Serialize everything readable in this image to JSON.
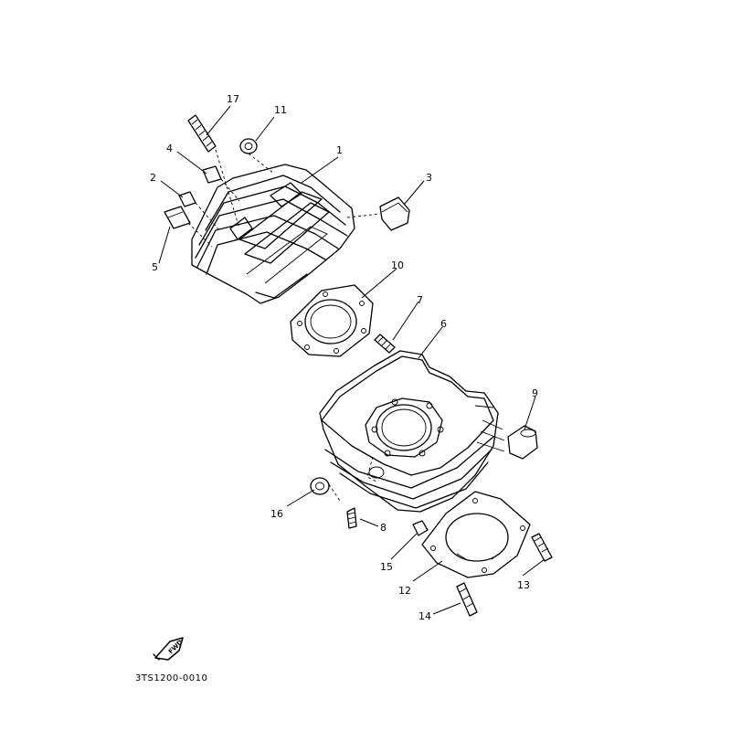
{
  "diagram": {
    "drawing_code": "3TS1200-0010",
    "fwd_mark": "FWD",
    "parts": [
      {
        "id": "p1",
        "label": "1"
      },
      {
        "id": "p2",
        "label": "2"
      },
      {
        "id": "p3",
        "label": "3"
      },
      {
        "id": "p4",
        "label": "4"
      },
      {
        "id": "p5",
        "label": "5"
      },
      {
        "id": "p6",
        "label": "6"
      },
      {
        "id": "p7",
        "label": "7"
      },
      {
        "id": "p8",
        "label": "8"
      },
      {
        "id": "p9",
        "label": "9"
      },
      {
        "id": "p10",
        "label": "10"
      },
      {
        "id": "p11",
        "label": "11"
      },
      {
        "id": "p12",
        "label": "12"
      },
      {
        "id": "p13",
        "label": "13"
      },
      {
        "id": "p14",
        "label": "14"
      },
      {
        "id": "p15",
        "label": "15"
      },
      {
        "id": "p16",
        "label": "16"
      },
      {
        "id": "p17",
        "label": "17"
      }
    ]
  }
}
